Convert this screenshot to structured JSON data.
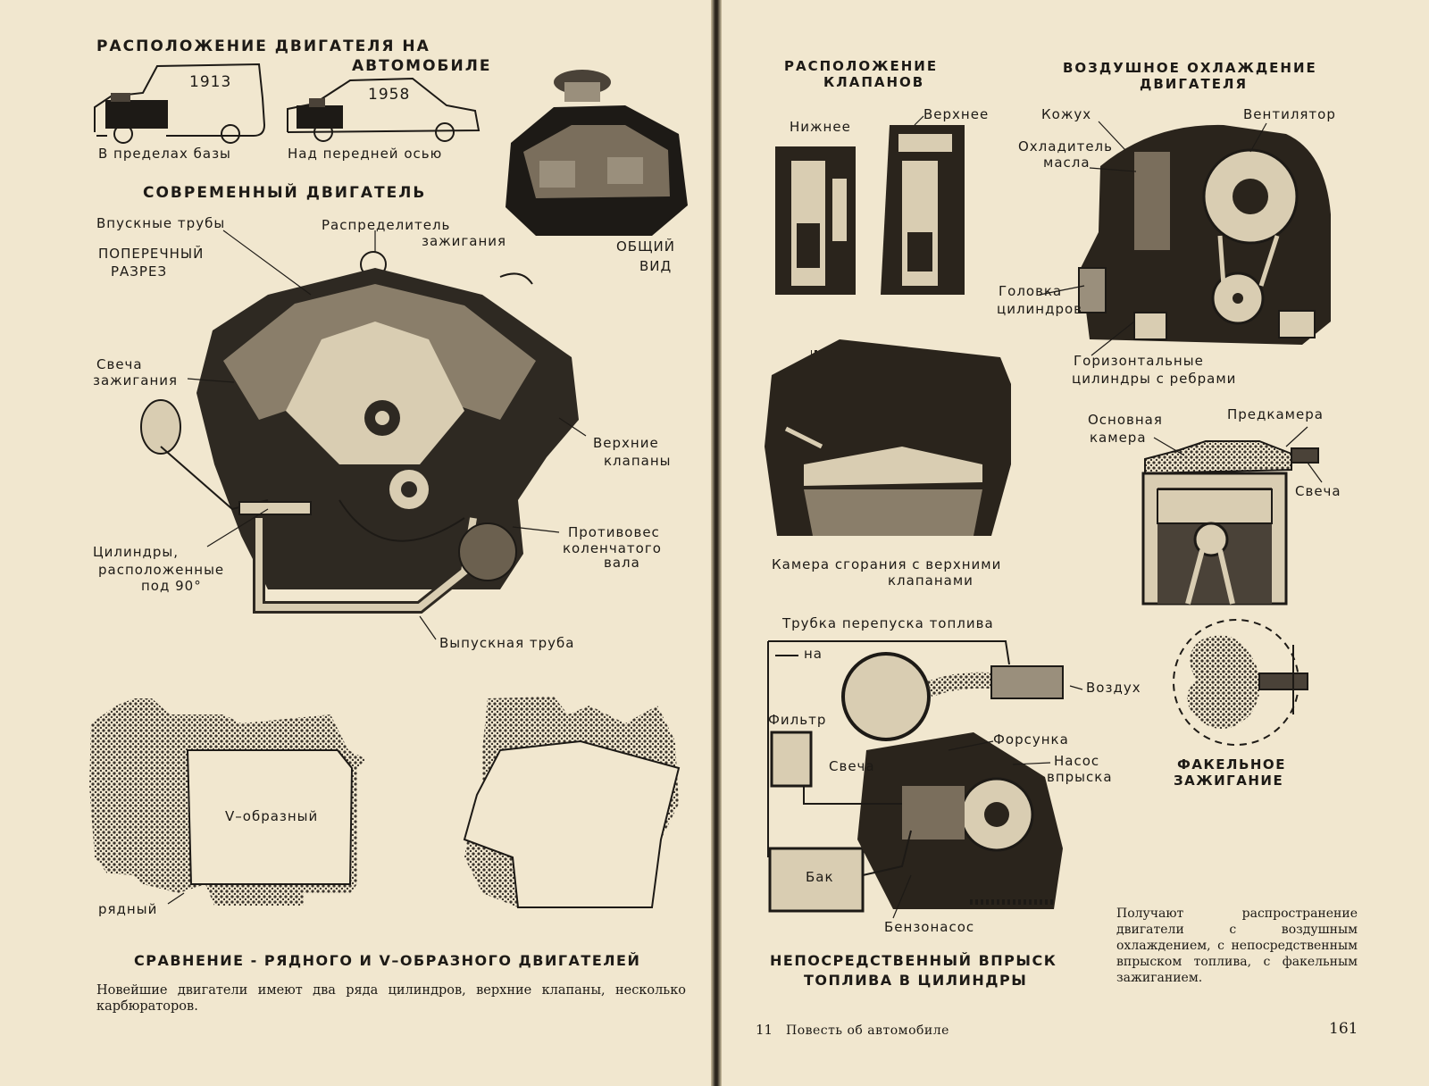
{
  "left_page": {
    "title_line1": "РАСПОЛОЖЕНИЕ ДВИГАТЕЛЯ НА",
    "title_line2": "АВТОМОБИЛЕ",
    "car_old_year": "1913",
    "car_new_year": "1958",
    "car_old_caption": "В пределах базы",
    "car_new_caption": "Над передней осью",
    "modern_engine_title": "СОВРЕМЕННЫЙ ДВИГАТЕЛЬ",
    "general_view_line1": "ОБЩИЙ",
    "general_view_line2": "ВИД",
    "cross_section_line1": "ПОПЕРЕЧНЫЙ",
    "cross_section_line2": "РАЗРЕЗ",
    "labels": {
      "intake_pipes": "Впускные трубы",
      "distributor_line1": "Распределитель",
      "distributor_line2": "зажигания",
      "spark_plug_line1": "Свеча",
      "spark_plug_line2": "зажигания",
      "upper_valves_line1": "Верхние",
      "upper_valves_line2": "клапаны",
      "cylinders_line1": "Цилиндры,",
      "cylinders_line2": "расположенные",
      "cylinders_line3": "под 90°",
      "counterweight_line1": "Противовес",
      "counterweight_line2": "коленчатого",
      "counterweight_line3": "вала",
      "exhaust_pipe": "Выпускная труба",
      "v_engine": "V–образный",
      "inline_engine": "рядный"
    },
    "comparison_caption": "СРАВНЕНИЕ - РЯДНОГО И V–ОБРАЗНОГО ДВИГАТЕЛЕЙ",
    "body_text": "Новейшие двигатели имеют два ряда цилиндров, верхние клапаны, несколько карбюраторов."
  },
  "right_page": {
    "valves_title_line1": "РАСПОЛОЖЕНИЕ",
    "valves_title_line2": "КЛАПАНОВ",
    "valve_lower": "Нижнее",
    "valve_upper": "Верхнее",
    "air_cooling_title_line1": "ВОЗДУШНОЕ ОХЛАЖДЕНИЕ",
    "air_cooling_title_line2": "ДВИГАТЕЛЯ",
    "labels": {
      "casing": "Кожух",
      "fan": "Вентилятор",
      "oil_cooler_line1": "Охладитель",
      "oil_cooler_line2": "масла",
      "cylinder_head_line1": "Головка",
      "cylinder_head_line2": "цилиндров",
      "horizontal_cyl_line1": "Горизонтальные",
      "horizontal_cyl_line2": "цилиндры с ребрами",
      "main_chamber_line1": "Основная",
      "main_chamber_line2": "камера",
      "prechamber": "Предкамера",
      "plug": "Свеча",
      "combustion_line1": "Камера сгорания с верхними",
      "combustion_line2": "клапанами",
      "bypass": "Трубка перепуска топлива",
      "to_tank": "на",
      "filter": "Фильтр",
      "air": "Воздух",
      "injector": "Форсунка",
      "plug2": "Свеча",
      "pump_line1": "Насос",
      "pump_line2": "впрыска",
      "tank": "Бак",
      "fuel_pump": "Бензонасос"
    },
    "torch_caption_line1": "ФАКЕЛЬНОЕ",
    "torch_caption_line2": "ЗАЖИГАНИЕ",
    "injection_caption_line1": "НЕПОСРЕДСТВЕННЫЙ ВПРЫСК",
    "injection_caption_line2": "ТОПЛИВА В ЦИЛИНДРЫ",
    "body_text": "Получают распространение двигатели с воздушным охлаждением, с непосредственным впрыском топлива, с факельным зажиганием.",
    "footer_number": "11",
    "footer_title": "Повесть об автомобиле",
    "page_number": "161"
  }
}
